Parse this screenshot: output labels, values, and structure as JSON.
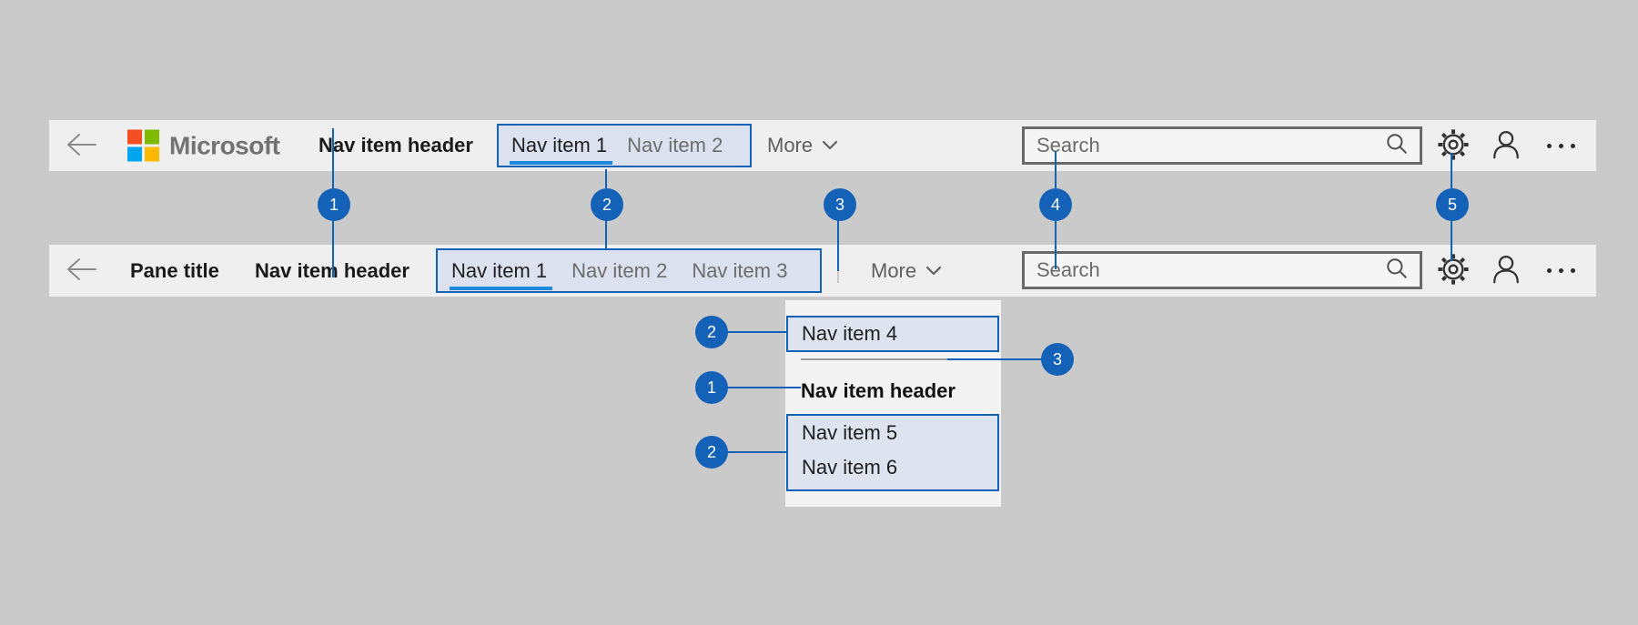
{
  "colors": {
    "accent_blue": "#1362b8",
    "selected_underline": "#1d88e0",
    "bar_background": "#efefef",
    "page_background": "#cacaca",
    "highlight_fill": "#dbe1ee",
    "logo_red": "#f25022",
    "logo_green": "#7fba00",
    "logo_blue": "#00a4ef",
    "logo_yellow": "#ffb900"
  },
  "icons": {
    "back": "arrow-left",
    "more_nav": "chevron-down",
    "search": "magnifier",
    "settings": "gear",
    "account": "person",
    "more_options": "ellipsis"
  },
  "top_bar": {
    "logo_text": "Microsoft",
    "nav_header": "Nav item header",
    "nav_items": [
      "Nav item 1",
      "Nav item 2"
    ],
    "more_label": "More",
    "search_placeholder": "Search"
  },
  "second_bar": {
    "pane_title": "Pane title",
    "nav_header": "Nav item header",
    "nav_items": [
      "Nav item 1",
      "Nav item 2",
      "Nav item 3"
    ],
    "more_label": "More",
    "search_placeholder": "Search"
  },
  "dropdown": {
    "item4": "Nav item 4",
    "header": "Nav item header",
    "item5": "Nav item 5",
    "item6": "Nav item 6"
  },
  "callouts": {
    "row": [
      "1",
      "2",
      "3",
      "4",
      "5"
    ],
    "panel": [
      "2",
      "1",
      "2",
      "3"
    ]
  }
}
